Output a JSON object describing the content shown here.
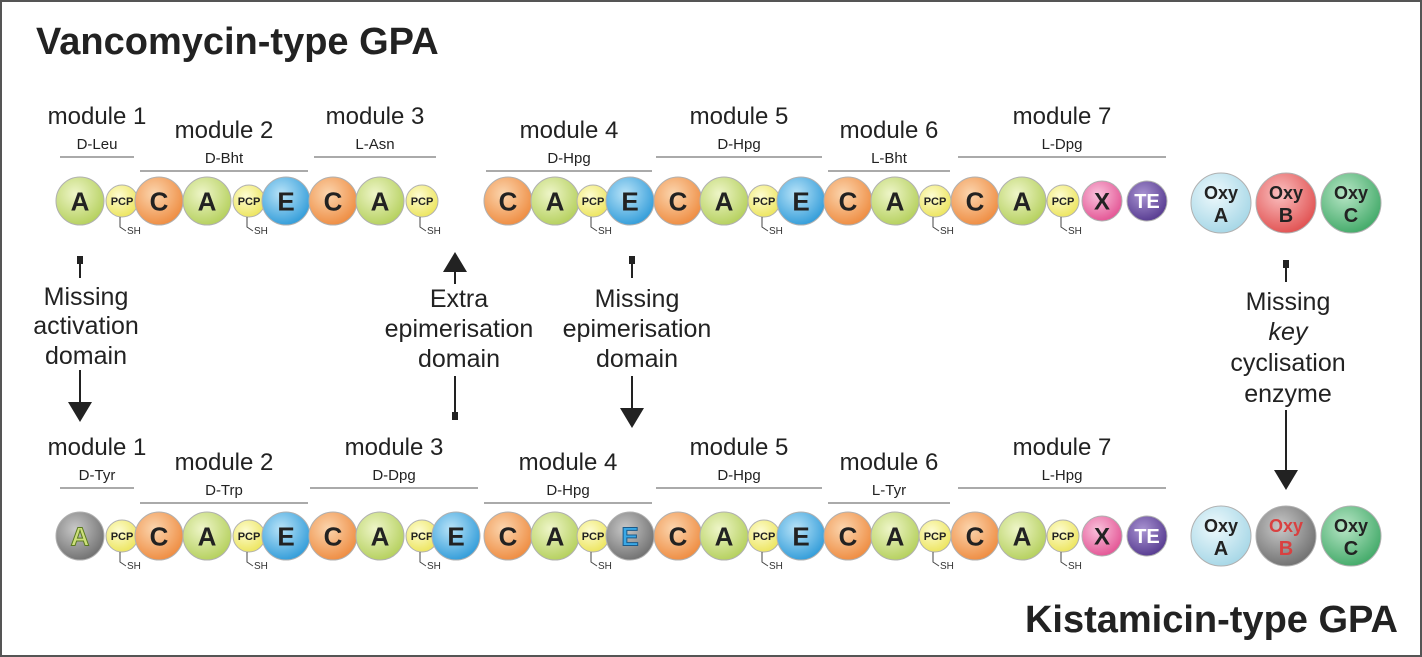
{
  "top_title": "Vancomycin-type GPA",
  "bottom_title": "Kistamicin-type GPA",
  "vancomycin": {
    "modules": [
      {
        "name": "module 1",
        "residue": "D-Leu"
      },
      {
        "name": "module 2",
        "residue": "D-Bht"
      },
      {
        "name": "module 3",
        "residue": "L-Asn"
      },
      {
        "name": "module 4",
        "residue": "D-Hpg"
      },
      {
        "name": "module 5",
        "residue": "D-Hpg"
      },
      {
        "name": "module 6",
        "residue": "L-Bht"
      },
      {
        "name": "module 7",
        "residue": "L-Dpg"
      }
    ]
  },
  "kistamicin": {
    "modules": [
      {
        "name": "module 1",
        "residue": "D-Tyr"
      },
      {
        "name": "module 2",
        "residue": "D-Trp"
      },
      {
        "name": "module 3",
        "residue": "D-Dpg"
      },
      {
        "name": "module 4",
        "residue": "D-Hpg"
      },
      {
        "name": "module 5",
        "residue": "D-Hpg"
      },
      {
        "name": "module 6",
        "residue": "L-Tyr"
      },
      {
        "name": "module 7",
        "residue": "L-Hpg"
      }
    ]
  },
  "domain_letters": {
    "A": "A",
    "C": "C",
    "E": "E",
    "PCP": "PCP",
    "X": "X",
    "TE": "TE",
    "SH": "SH"
  },
  "oxy": {
    "prefix": "Oxy",
    "a": "A",
    "b": "B",
    "c": "C"
  },
  "annotations": {
    "missing_activation": [
      "Missing",
      "activation",
      "domain"
    ],
    "extra_epimerisation": [
      "Extra",
      "epimerisation",
      "domain"
    ],
    "missing_epimerisation": [
      "Missing",
      "epimerisation",
      "domain"
    ],
    "missing_cyclisation": [
      "Missing",
      "key",
      "cyclisation",
      "enzyme"
    ]
  },
  "colors": {
    "A": "#c8dd7a",
    "C": "#f3a15e",
    "E": "#4ab3e6",
    "PCP": "#f5f07a",
    "X": "#ee6fa8",
    "TE": "#6a4fa3",
    "grey": "#8a8a8a",
    "oxyA": "#c4e6f0",
    "oxyB": "#ee6f6f",
    "oxyC": "#6cc48a",
    "oxyB_missing_text": "#d94040"
  }
}
